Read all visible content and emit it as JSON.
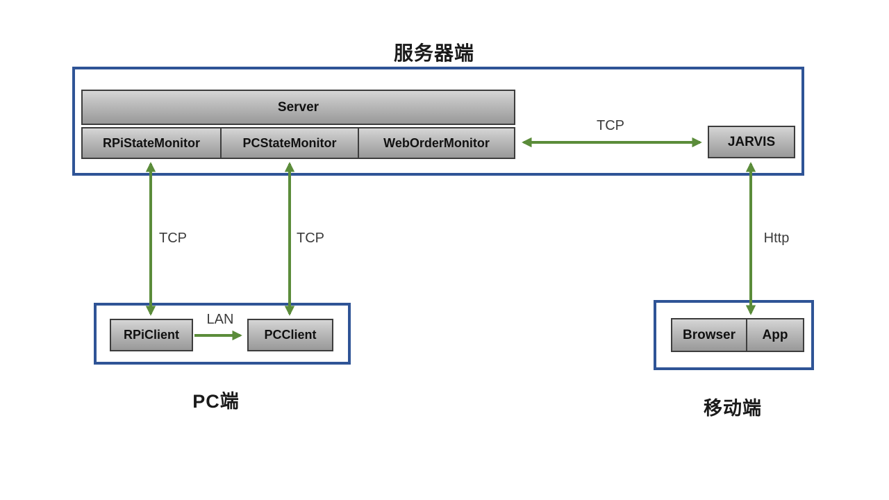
{
  "titles": {
    "server": "服务器端",
    "pc": "PC端",
    "mobile": "移动端"
  },
  "server_group": {
    "server_bar": "Server",
    "monitors": [
      "RPiStateMonitor",
      "PCStateMonitor",
      "WebOrderMonitor"
    ],
    "jarvis": "JARVIS"
  },
  "pc_group": {
    "clients": [
      "RPiClient",
      "PCClient"
    ]
  },
  "mobile_group": {
    "apps": [
      "Browser",
      "App"
    ]
  },
  "connections": {
    "tcp_server_jarvis": "TCP",
    "tcp_rpi": "TCP",
    "tcp_pc": "TCP",
    "lan": "LAN",
    "http": "Http"
  },
  "colors": {
    "frame_blue": "#2F5496",
    "arrow_green": "#5B8C3A",
    "box_border_gray": "#3d3d3d"
  }
}
